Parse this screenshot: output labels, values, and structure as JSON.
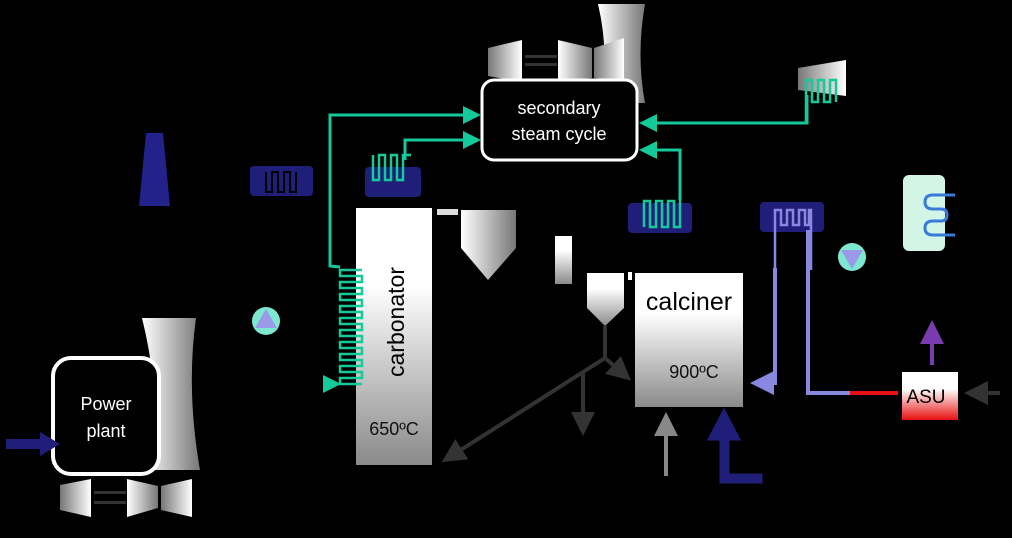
{
  "labels": {
    "secondary_line1": "secondary",
    "secondary_line2": "steam cycle",
    "carbonator": "carbonator",
    "carbonator_temp": "650ºC",
    "calciner": "calciner",
    "calciner_temp": "900ºC",
    "power_line1": "Power",
    "power_line2": "plant",
    "asu": "ASU"
  },
  "colors": {
    "background": "#000000",
    "steam_green": "#14c99a",
    "hx_navy": "#1f1f7a",
    "oxygen_purple": "#8888e0",
    "asu_red": "#e81010",
    "solids_gray": "#333333",
    "co2_arrow_purple": "#7a3ab0"
  }
}
